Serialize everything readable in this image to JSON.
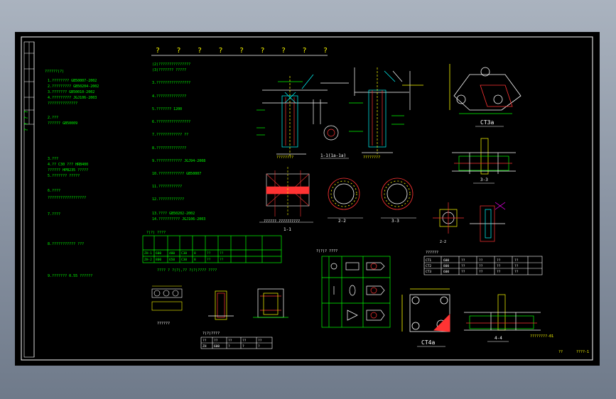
{
  "colors": {
    "background": "#000000",
    "frame": "#ffffff",
    "notes": "#00ff00",
    "heading": "#ffff00",
    "rebar": "#ff3333",
    "dimension": "#00ffff",
    "text_white": "#ffffff",
    "titleblock": "#ffff00"
  },
  "title_row": {
    "marks": [
      "?",
      "?",
      "?",
      "?",
      "?",
      "?",
      "?",
      "?",
      "?"
    ]
  },
  "sections": {
    "s_1_1": "1-1(1a-1a)",
    "s_2_2": "2-2",
    "s_3_3": "3-3",
    "s_3_3b": "3-3",
    "s_4_4": "4-4",
    "ct3": "CT3a",
    "ct4": "CT4a",
    "section_label": "1-1",
    "plan_label": "2-2"
  },
  "notes_left": [
    "??????(?)",
    "1.???????? GB50007-2002",
    "2.????????? GB50204-2002",
    "3.??????? GB50010-2002",
    "4.????????? JGJ106-2003",
    "??????????????",
    "2.???",
    "?????? GB50009",
    "3.???",
    "4.?? C30 ??? HRB400",
    "?????? HPB235 ?????",
    "5.??????? ?????",
    "6.????",
    "??????????????????",
    "7.????",
    "8.??????????? ???",
    "9.??????? 0.55 ??????"
  ],
  "notes_mid": [
    "(2)???????????????",
    "(3)??????? ?????",
    "3.????????????????",
    "4.??????????????",
    "5.??????? 1200",
    "6.????????????????",
    "7.???????????? ??",
    "8.??????????????",
    "9.???????????? JGJ94-2008",
    "10.???????????? GB50007",
    "11.???????????",
    "12.????????????",
    "13.???? GB50202-2002",
    "14.?????????? JGJ106-2003"
  ],
  "table_pile": {
    "caption": "?(?) ????",
    "rows": [
      [
        "ZH-1",
        "600",
        "480",
        "C30",
        "8",
        "??",
        "??"
      ],
      [
        "ZH-2",
        "800",
        "650",
        "C30",
        "8",
        "??",
        "??"
      ]
    ],
    "note": "???? ? ?(?),?? ?(?)???? ????"
  },
  "table_small": {
    "caption": "?(?)????",
    "headers": [
      "??",
      "??",
      "??",
      "??",
      "??"
    ],
    "row": [
      "ZH",
      "600",
      "?",
      "?",
      "?"
    ]
  },
  "legend_table": {
    "caption": "?(?)? ????"
  },
  "table_right": {
    "caption": "??????",
    "rows": [
      [
        "CT1",
        "600",
        "??",
        "??",
        "??",
        "??"
      ],
      [
        "CT2",
        "800",
        "??",
        "??",
        "??",
        "??"
      ],
      [
        "CT3",
        "600",
        "??",
        "??",
        "??",
        "??"
      ]
    ]
  },
  "titleblock": {
    "drawing_name": "????????-01",
    "sheet": "??",
    "number": "????-1"
  }
}
